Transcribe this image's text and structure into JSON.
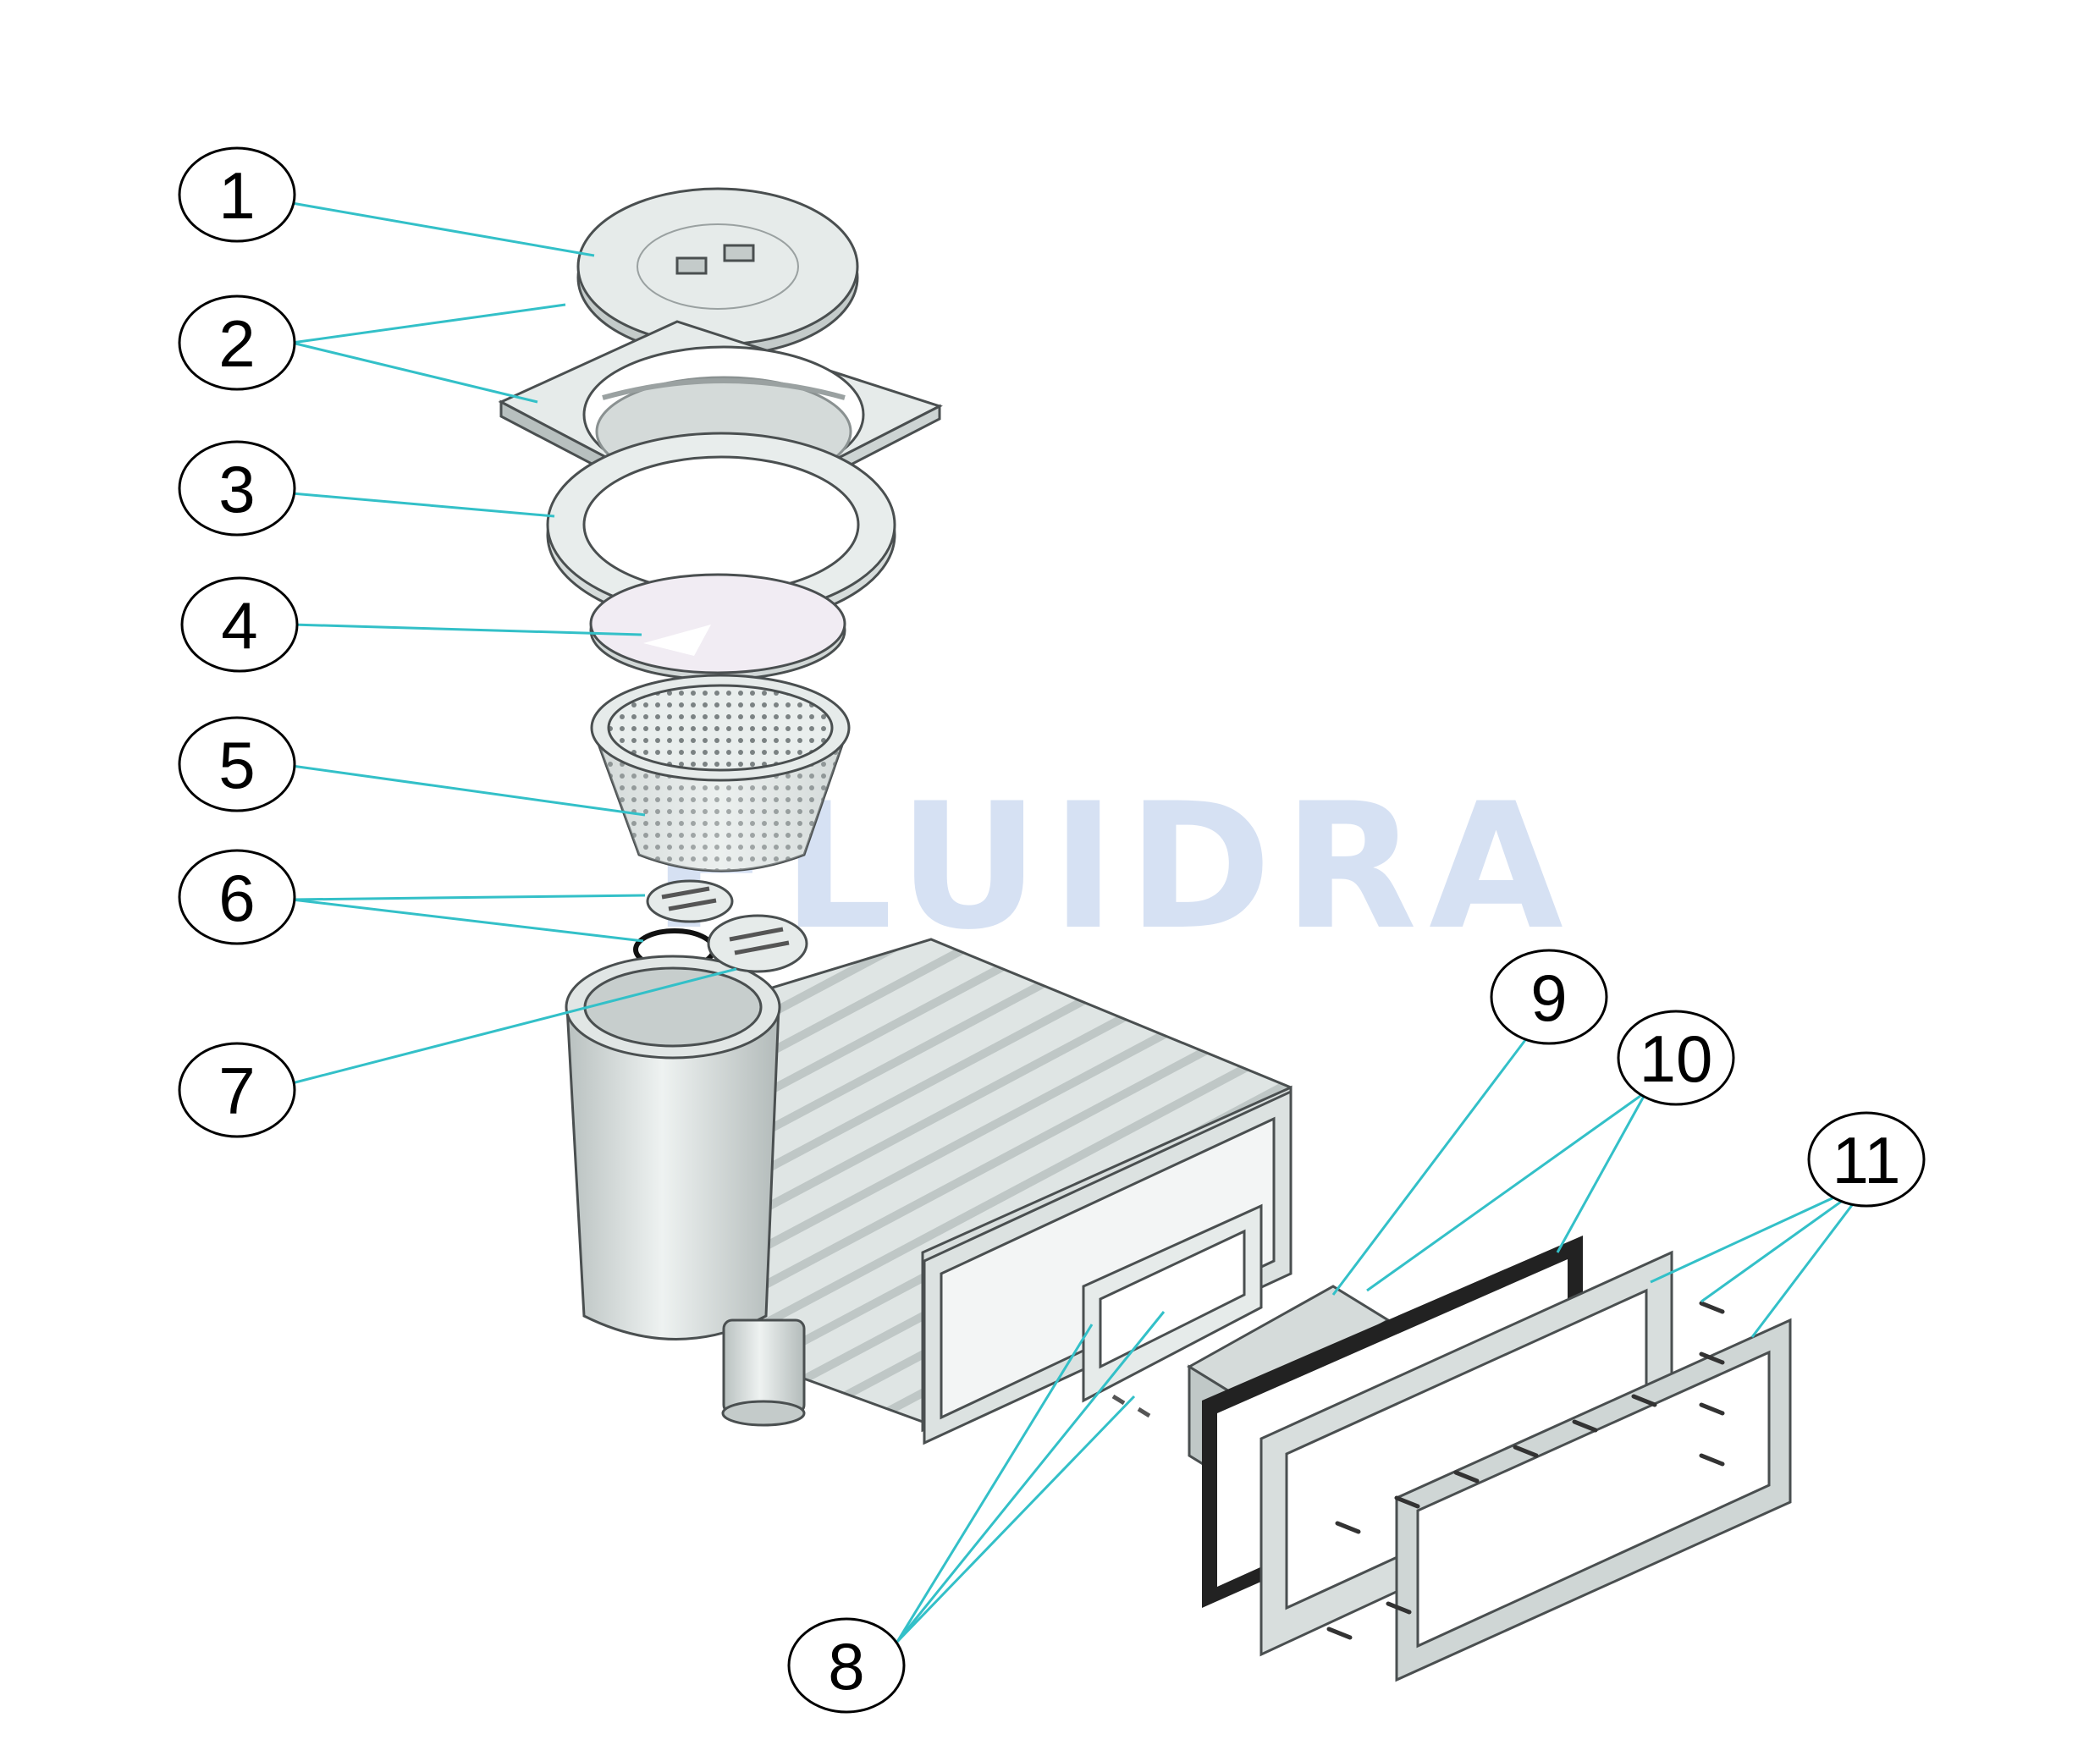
{
  "watermark": "FLUIDRA",
  "callouts": [
    {
      "id": "1",
      "label": "1"
    },
    {
      "id": "2",
      "label": "2"
    },
    {
      "id": "3",
      "label": "3"
    },
    {
      "id": "4",
      "label": "4"
    },
    {
      "id": "5",
      "label": "5"
    },
    {
      "id": "6",
      "label": "6"
    },
    {
      "id": "7",
      "label": "7"
    },
    {
      "id": "8",
      "label": "8"
    },
    {
      "id": "9",
      "label": "9"
    },
    {
      "id": "10",
      "label": "10"
    },
    {
      "id": "11",
      "label": "11"
    }
  ],
  "colors": {
    "leader": "#33c0c8",
    "part_fill": "#e6ebea",
    "part_shade": "#c4cbca",
    "part_stroke": "#4a4f50",
    "gasket": "#222222"
  }
}
